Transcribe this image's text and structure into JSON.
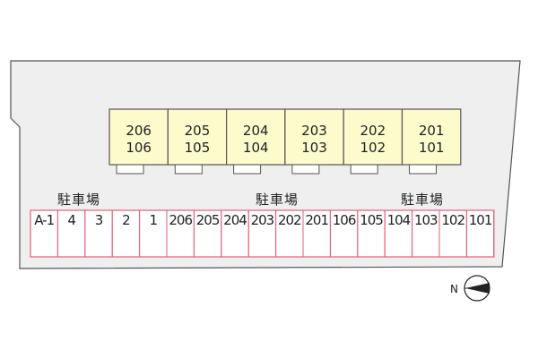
{
  "colors": {
    "site_fill": "#efefef",
    "site_stroke": "#555555",
    "building_fill": "#fbfbcc",
    "building_stroke": "#555555",
    "parking_stroke": "#e0607a",
    "parking_fill": "#ffffff"
  },
  "units": [
    {
      "top": "206",
      "bottom": "106"
    },
    {
      "top": "205",
      "bottom": "105"
    },
    {
      "top": "204",
      "bottom": "104"
    },
    {
      "top": "203",
      "bottom": "103"
    },
    {
      "top": "202",
      "bottom": "102"
    },
    {
      "top": "201",
      "bottom": "101"
    }
  ],
  "parking_labels": [
    "駐車場",
    "駐車場",
    "駐車場"
  ],
  "parking_slots": [
    "A-1",
    "4",
    "3",
    "2",
    "1",
    "206",
    "205",
    "204",
    "203",
    "202",
    "201",
    "106",
    "105",
    "104",
    "103",
    "102",
    "101"
  ],
  "compass": {
    "label": "N",
    "icon": "north-arrow-icon"
  }
}
